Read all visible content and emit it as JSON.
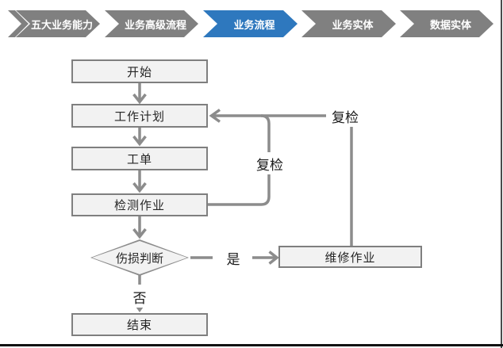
{
  "breadcrumb": {
    "items": [
      {
        "label": "五大业务能力",
        "active": false
      },
      {
        "label": "业务高级流程",
        "active": false
      },
      {
        "label": "业务流程",
        "active": true
      },
      {
        "label": "业务实体",
        "active": false
      },
      {
        "label": "数据实体",
        "active": false
      }
    ],
    "active_color": "#2E78BE",
    "inactive_color": "#808080"
  },
  "flowchart": {
    "nodes": [
      {
        "id": "start",
        "label": "开始",
        "type": "process"
      },
      {
        "id": "plan",
        "label": "工作计划",
        "type": "process"
      },
      {
        "id": "order",
        "label": "工单",
        "type": "process"
      },
      {
        "id": "inspect",
        "label": "检测作业",
        "type": "process"
      },
      {
        "id": "judge",
        "label": "伤损判断",
        "type": "decision"
      },
      {
        "id": "repair",
        "label": "维修作业",
        "type": "process"
      },
      {
        "id": "end",
        "label": "结束",
        "type": "process"
      }
    ],
    "edge_labels": {
      "recheck_inner": "复检",
      "recheck_outer": "复检",
      "yes": "是",
      "no": "否"
    },
    "colors": {
      "line": "#8C8C8C",
      "node_fill": "#F2F2F2",
      "node_border": "#7F7F7F"
    }
  }
}
